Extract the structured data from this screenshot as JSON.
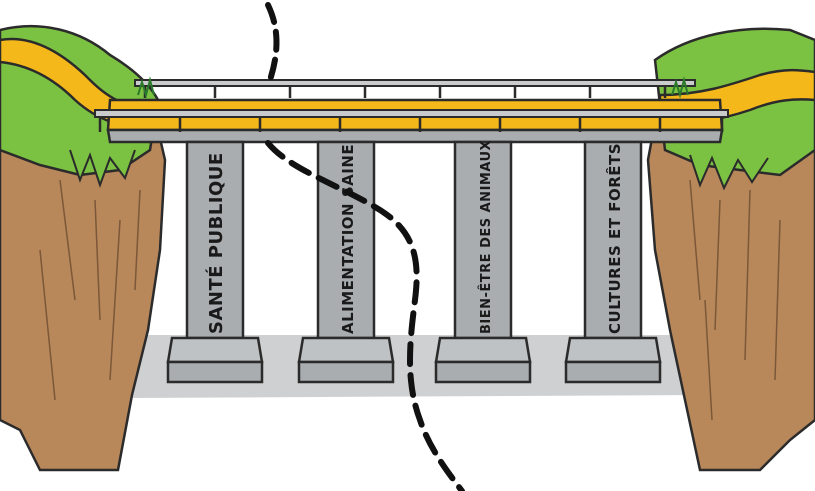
{
  "illustration": {
    "pillars": [
      {
        "label": "SANTÉ PUBLIQUE"
      },
      {
        "label": "ALIMENTATION SAINE"
      },
      {
        "label": "BIEN-ÊTRE DES ANIMAUX"
      },
      {
        "label": "CULTURES ET FORÊTS"
      }
    ],
    "colors": {
      "road": "#f5b81a",
      "grass": "#7cc242",
      "cliff": "#b8875a",
      "pillar": "#a9adb0",
      "shadow": "#cfd0d1",
      "path": "#111111"
    }
  }
}
